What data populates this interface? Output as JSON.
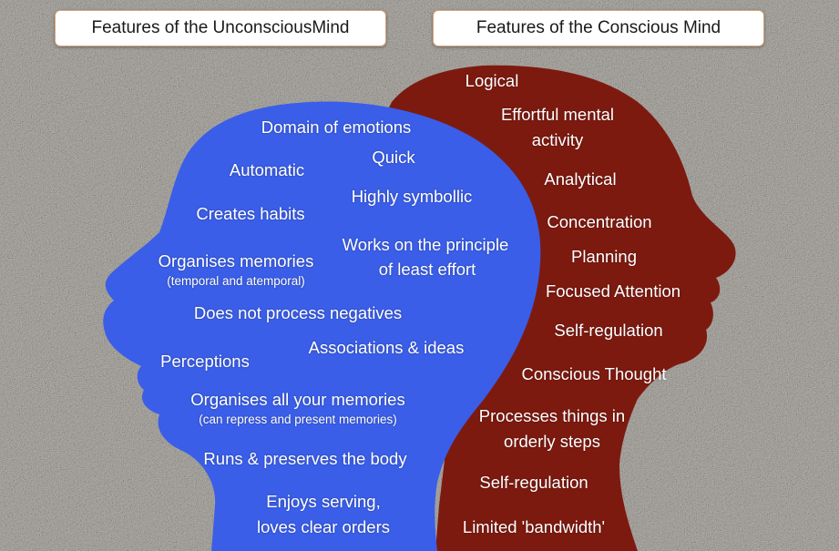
{
  "colors": {
    "unconscious_head": "#3a5ee8",
    "conscious_head": "#7d1a10",
    "background": "#a9a6a1",
    "title_border": "#d7a37a"
  },
  "titles": {
    "unconscious": "Features of the UnconsciousMind",
    "conscious": "Features of the Conscious Mind"
  },
  "unconscious": {
    "domain_of_emotions": "Domain of emotions",
    "quick": "Quick",
    "automatic": "Automatic",
    "highly_symbolic": "Highly symbollic",
    "creates_habits": "Creates habits",
    "least_effort_line1": "Works on the principle",
    "least_effort_line2": "of least effort",
    "organises_memories": "Organises memories",
    "organises_memories_sub": "(temporal and atemporal)",
    "no_negatives": "Does not process negatives",
    "associations": "Associations & ideas",
    "perceptions": "Perceptions",
    "all_memories": "Organises all your memories",
    "all_memories_sub": "(can repress and present memories)",
    "body": "Runs & preserves the body",
    "serving_line1": "Enjoys serving,",
    "serving_line2": "loves clear orders"
  },
  "conscious": {
    "logical": "Logical",
    "effortful_line1": "Effortful mental",
    "effortful_line2": "activity",
    "analytical": "Analytical",
    "concentration": "Concentration",
    "planning": "Planning",
    "focused_attention": "Focused Attention",
    "self_regulation_1": "Self-regulation",
    "conscious_thought": "Conscious Thought",
    "orderly_line1": "Processes things in",
    "orderly_line2": "orderly steps",
    "self_regulation_2": "Self-regulation",
    "bandwidth": "Limited 'bandwidth'"
  }
}
